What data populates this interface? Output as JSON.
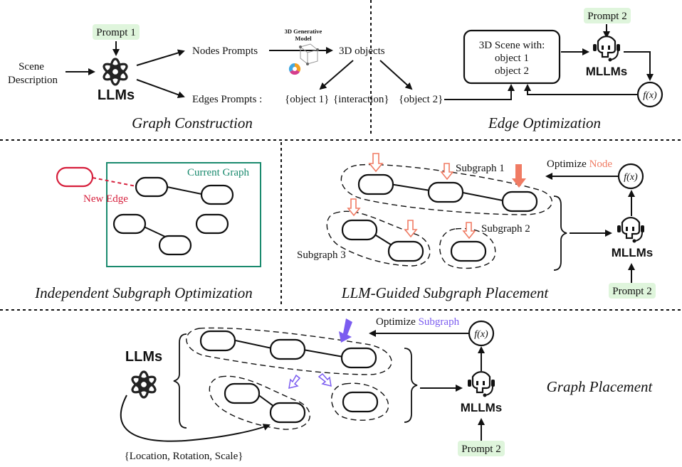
{
  "top_left": {
    "prompt1": "Prompt 1",
    "scene_description_line1": "Scene",
    "scene_description_line2": "Description",
    "llms": "LLMs",
    "nodes_prompts": "Nodes Prompts",
    "edges_prompts": "Edges Prompts  :",
    "gen_model_line1": "3D Generative",
    "gen_model_line2": "Model",
    "objects_3d": "3D objects",
    "obj1": "{object 1}",
    "interaction": "{interaction}",
    "obj2": "{object 2}",
    "section_title": "Graph Construction"
  },
  "top_right": {
    "scene_line1": "3D Scene with:",
    "scene_line2": "object 1",
    "scene_line3": "object 2",
    "prompt2": "Prompt 2",
    "mllms": "MLLMs",
    "fx": "f(x)",
    "section_title": "Edge Optimization"
  },
  "mid_left": {
    "current_graph": "Current Graph",
    "new_edge": "New Edge",
    "section_title": "Independent Subgraph Optimization"
  },
  "mid_right": {
    "subgraph1": "Subgraph 1",
    "subgraph2": "Subgraph 2",
    "subgraph3": "Subgraph 3",
    "optimize_prefix": "Optimize ",
    "optimize_target": "Node",
    "fx": "f(x)",
    "mllms": "MLLMs",
    "prompt2": "Prompt 2",
    "section_title": "LLM-Guided Subgraph Placement"
  },
  "bottom": {
    "llms": "LLMs",
    "optimize_prefix": "Optimize ",
    "optimize_target": "Subgraph",
    "fx": "f(x)",
    "mllms": "MLLMs",
    "prompt2": "Prompt 2",
    "lrs": "{Location, Rotation, Scale}",
    "section_title": "Graph Placement"
  },
  "colors": {
    "prompt_bg": "#dff5dc",
    "current_graph": "#1a8a6e",
    "new_edge": "#d61f3c",
    "node_accent": "#f07b63",
    "subgraph_accent": "#7b5cf0",
    "llm_gradient_start": "#5aa8e0",
    "llm_gradient_end": "#c0485a"
  }
}
